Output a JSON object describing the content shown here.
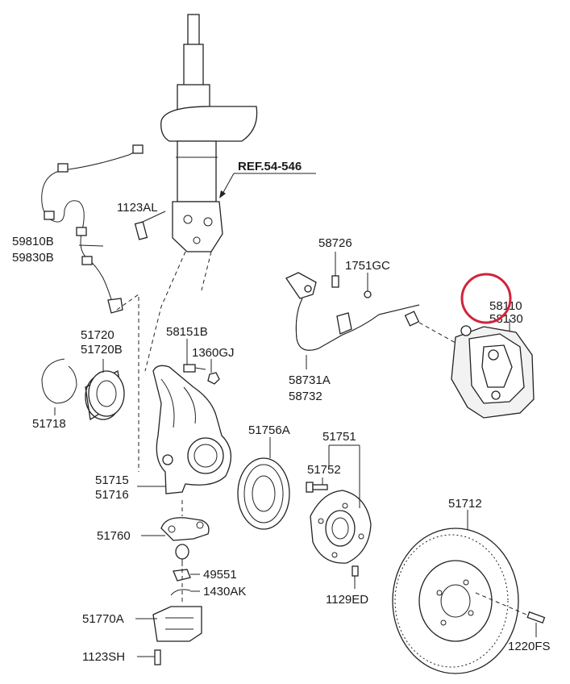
{
  "reference": "REF.54-546",
  "labels": {
    "p1123AL": "1123AL",
    "p59810B": "59810B",
    "p59830B": "59830B",
    "p58726": "58726",
    "p1751GC": "1751GC",
    "p58110": "58110",
    "p58130": "58130",
    "p58151B": "58151B",
    "p1360GJ": "1360GJ",
    "p51720": "51720",
    "p51720B": "51720B",
    "p58731A": "58731A",
    "p58732": "58732",
    "p51718": "51718",
    "p51756A": "51756A",
    "p51751": "51751",
    "p51752": "51752",
    "p51715": "51715",
    "p51716": "51716",
    "p51712": "51712",
    "p51760": "51760",
    "p49551": "49551",
    "p1430AK": "1430AK",
    "p1129ED": "1129ED",
    "p51770A": "51770A",
    "p1123SH": "1123SH",
    "p1220FS": "1220FS"
  },
  "highlight": {
    "color": "#d0243a",
    "target": "58110"
  }
}
